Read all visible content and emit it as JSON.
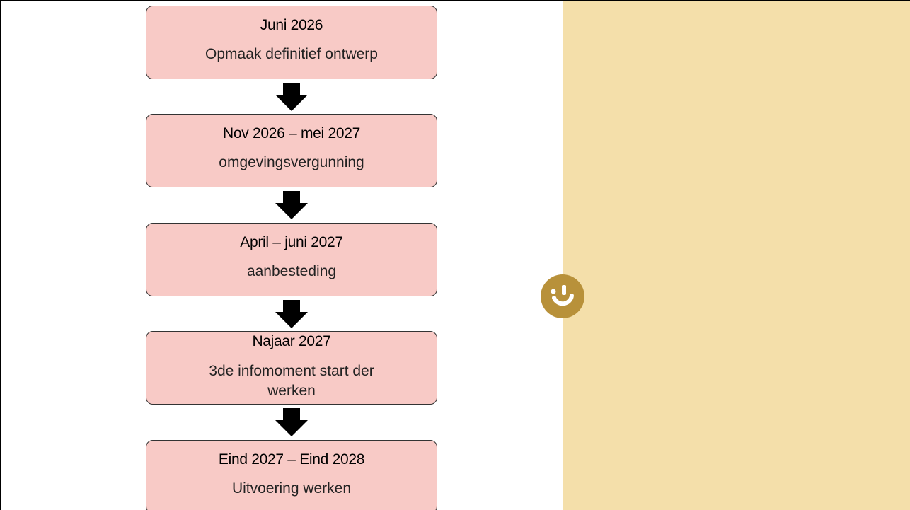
{
  "diagram": {
    "steps": [
      {
        "title": "Juni 2026",
        "desc": "Opmaak definitief ontwerp"
      },
      {
        "title": "Nov 2026 – mei 2027",
        "desc": "omgevingsvergunning"
      },
      {
        "title": "April – juni 2027",
        "desc": "aanbesteding"
      },
      {
        "title": "Najaar 2027",
        "desc": "3de infomoment start der werken"
      },
      {
        "title": "Eind 2027 – Eind 2028",
        "desc": "Uitvoering werken"
      }
    ]
  },
  "colors": {
    "box_fill": "#f8cac6",
    "panel": "#f4dfaa",
    "logo": "#b8913a"
  },
  "icons": {
    "logo": "circle-logo-icon"
  }
}
